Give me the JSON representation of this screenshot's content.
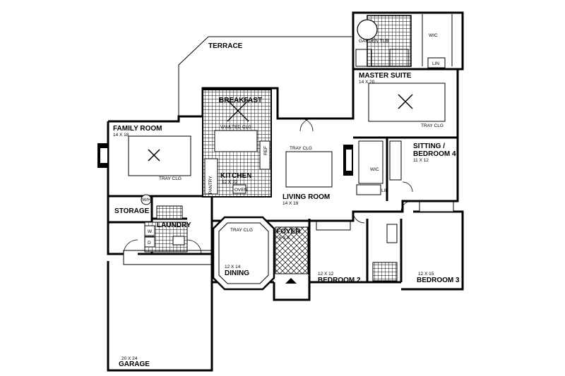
{
  "terrace": {
    "name": "TERRACE"
  },
  "family_room": {
    "name": "FAMILY ROOM",
    "size": "14 X 18",
    "ceiling": "TRAY CLG"
  },
  "breakfast": {
    "name": "BREAKFAST",
    "ceiling": "VAULTED CLG"
  },
  "kitchen": {
    "name": "KITCHEN",
    "size": "12 X 22",
    "pantry": "PANTRY",
    "oven": "OVEN",
    "ref": "REF"
  },
  "living_room": {
    "name": "LIVING ROOM",
    "size": "14 X 19",
    "ceiling": "TRAY CLG"
  },
  "master_suite": {
    "name": "MASTER SUITE",
    "size": "14 X 20",
    "ceiling": "TRAY CLG",
    "wic": "WIC",
    "lin": "LIN",
    "tub": "GARDEN TUB"
  },
  "sitting_bedroom4": {
    "name_line1": "SITTING /",
    "name_line2": "BEDROOM 4",
    "size": "11 X 12"
  },
  "living_wic": {
    "wic": "WIC",
    "lin": "LIN"
  },
  "storage": {
    "name": "STORAGE",
    "wh": "W/H"
  },
  "laundry": {
    "name": "LAUNDRY",
    "w": "W",
    "d": "D"
  },
  "dining": {
    "name": "DINING",
    "size": "12 X 14",
    "ceiling": "TRAY CLG"
  },
  "foyer": {
    "name": "FOYER",
    "size": "6 X 8"
  },
  "bedroom2": {
    "name": "BEDROOM 2",
    "size": "12 X 12"
  },
  "bedroom3": {
    "name": "BEDROOM 3",
    "size": "12 X 15"
  },
  "garage": {
    "name": "GARAGE",
    "size": "20 X 24"
  }
}
